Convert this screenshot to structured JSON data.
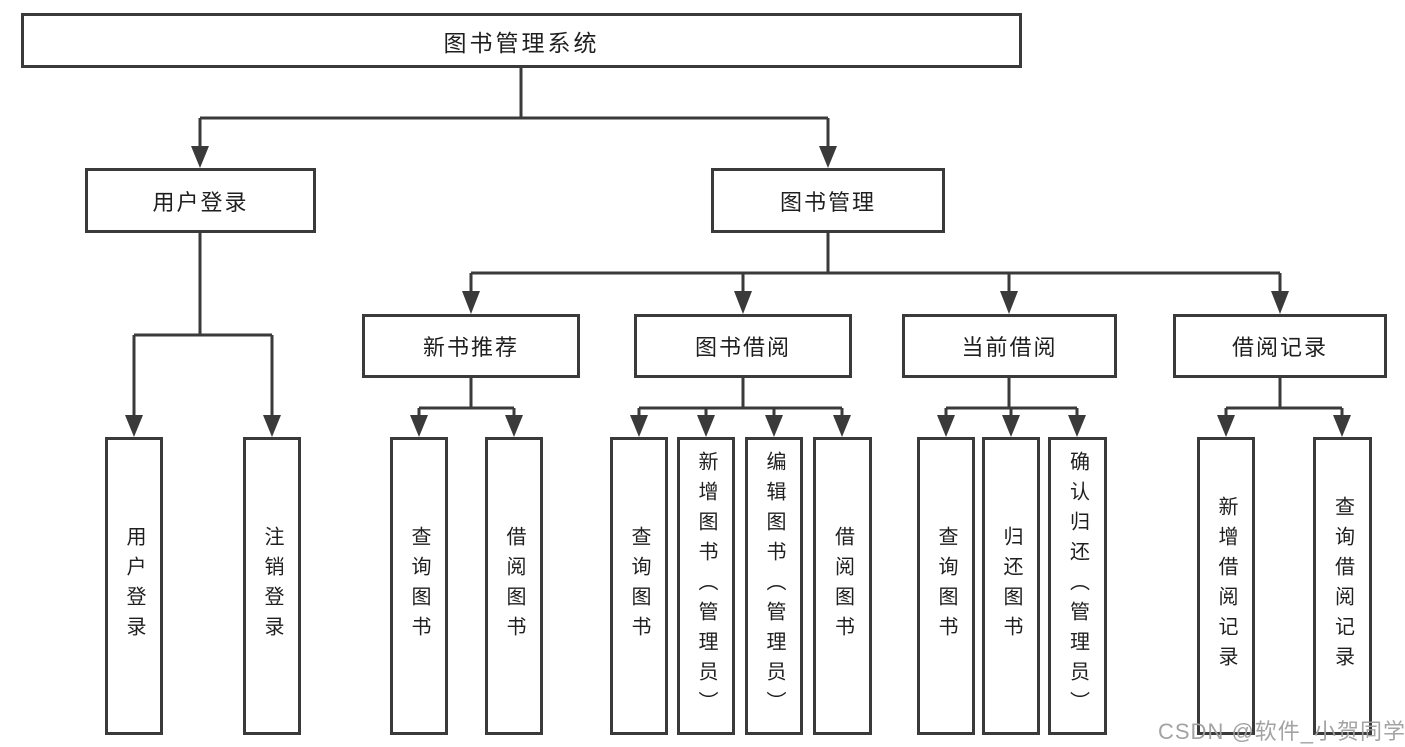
{
  "root": {
    "label": "图书管理系统"
  },
  "branches": {
    "user": {
      "label": "用户登录",
      "children": [
        {
          "label": "用户登录"
        },
        {
          "label": "注销登录"
        }
      ]
    },
    "book": {
      "label": "图书管理",
      "sections": [
        {
          "label": "新书推荐",
          "children": [
            {
              "label": "查询图书"
            },
            {
              "label": "借阅图书"
            }
          ]
        },
        {
          "label": "图书借阅",
          "children": [
            {
              "label": "查询图书"
            },
            {
              "label": "新增图书（管理员）"
            },
            {
              "label": "编辑图书（管理员）"
            },
            {
              "label": "借阅图书"
            }
          ]
        },
        {
          "label": "当前借阅",
          "children": [
            {
              "label": "查询图书"
            },
            {
              "label": "归还图书"
            },
            {
              "label": "确认归还（管理员）"
            }
          ]
        },
        {
          "label": "借阅记录",
          "children": [
            {
              "label": "新增借阅记录"
            },
            {
              "label": "查询借阅记录"
            }
          ]
        }
      ]
    }
  },
  "watermark": {
    "text": "CSDN @软件_小贺同学"
  },
  "colors": {
    "line": "#3a3a3a",
    "text": "#1f1f1f",
    "background": "#ffffff",
    "watermark": "#9e9e9e"
  }
}
